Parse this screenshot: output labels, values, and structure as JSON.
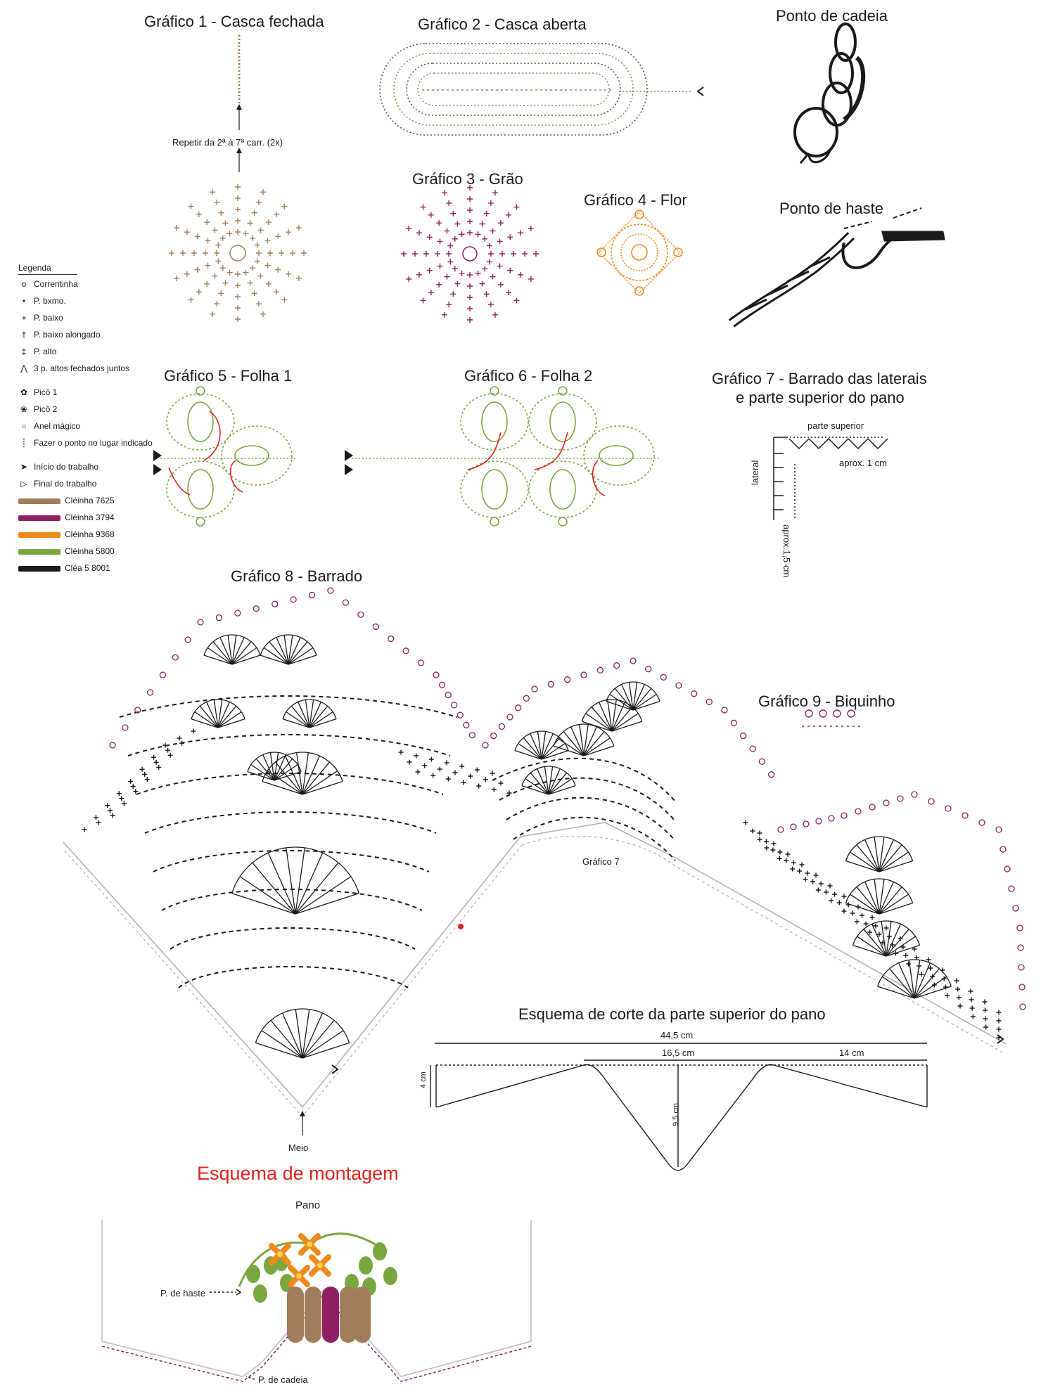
{
  "titles": {
    "g1": "Gráfico 1 - Casca fechada",
    "g2": "Gráfico 2 - Casca aberta",
    "g3": "Gráfico 3 - Grão",
    "g4": "Gráfico 4 - Flor",
    "g5": "Gráfico 5 - Folha 1",
    "g6": "Gráfico 6 - Folha 2",
    "g7_line1": "Gráfico 7 - Barrado das laterais",
    "g7_line2": "e parte superior do pano",
    "g8": "Gráfico 8 - Barrado",
    "g9": "Gráfico 9 - Biquinho",
    "chain": "Ponto de cadeia",
    "stem": "Ponto de haste",
    "cut": "Esquema de corte da parte superior do pano",
    "assembly": "Esquema de montagem"
  },
  "g1": {
    "repeat_note": "Repetir da 2ª à 7ª carr. (2x)"
  },
  "g7": {
    "top_label": "parte superior",
    "side_label": "lateral",
    "width_note": "aprox. 1 cm",
    "height_note": "aprox.1,5 cm"
  },
  "g8": {
    "g7_label": "Gráfico 7",
    "middle_label": "Meio"
  },
  "cut": {
    "total": "44,5 cm",
    "middle": "16,5 cm",
    "right": "14 cm",
    "height": "4 cm",
    "depth": "9,5 cm"
  },
  "assembly": {
    "pano": "Pano",
    "stem_label": "P. de haste",
    "chain_label": "P. de cadeia"
  },
  "legend": {
    "heading": "Legenda",
    "symbols": [
      {
        "sym": "o",
        "label": "Correntinha"
      },
      {
        "sym": "•",
        "label": "P. bxmo."
      },
      {
        "sym": "+",
        "label": "P. baixo"
      },
      {
        "sym": "†",
        "label": "P. baixo alongado"
      },
      {
        "sym": "‡",
        "label": "P. alto"
      },
      {
        "sym": "⋀",
        "label": "3 p. altos fechados juntos"
      },
      {
        "sym": "✿",
        "label": "Picô 1"
      },
      {
        "sym": "❀",
        "label": "Picô 2"
      },
      {
        "sym": "○",
        "label": "Anel mágico"
      },
      {
        "sym": "┊",
        "label": "Fazer o ponto no lugar indicado"
      },
      {
        "sym": "➤",
        "label": "Início do trabalho"
      },
      {
        "sym": "▷",
        "label": "Final do trabalho"
      }
    ],
    "colors": [
      {
        "label": "Cléinha 7625",
        "color": "#a27d5c"
      },
      {
        "label": "Cléinha 3794",
        "color": "#8e1f62"
      },
      {
        "label": "Cléinha 9368",
        "color": "#f08a1c"
      },
      {
        "label": "Cléinha 5800",
        "color": "#7aa640"
      },
      {
        "label": "Cléa 5 8001",
        "color": "#1a1a1a"
      }
    ]
  },
  "colors": {
    "brown": "#a27d5c",
    "purple": "#8e1f62",
    "orange": "#f08a1c",
    "green": "#7aa640",
    "black": "#1a1a1a",
    "grey": "#b0b0b0",
    "red": "#e0231c"
  }
}
